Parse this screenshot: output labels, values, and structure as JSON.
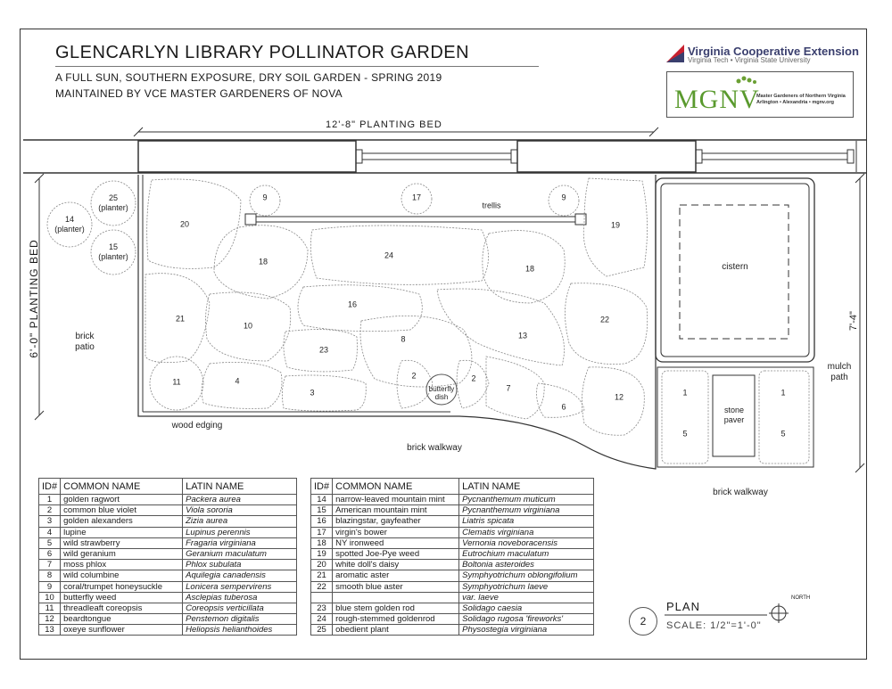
{
  "header": {
    "title": "GLENCARLYN LIBRARY POLLINATOR GARDEN",
    "subtitle1": "A FULL SUN, SOUTHERN EXPOSURE, DRY SOIL GARDEN - SPRING 2019",
    "subtitle2": "MAINTAINED BY VCE MASTER GARDENERS OF NOVA"
  },
  "logos": {
    "vce_name": "Virginia Cooperative Extension",
    "vce_sub": "Virginia Tech  •  Virginia State University",
    "mgnv": "MGNV",
    "mgnv_line1": "Master Gardeners of Northern Virginia",
    "mgnv_line2": "Arlington • Alexandria • mgnv.org"
  },
  "dimensions": {
    "bed_width": "12'-8\" PLANTING BED",
    "bed_depth": "6'-0\" PLANTING BED",
    "side": "7'-4\""
  },
  "plan_labels": {
    "trellis": "trellis",
    "cistern": "cistern",
    "patio": "brick\npatio",
    "mulch": "mulch\npath",
    "edging": "wood edging",
    "walkway1": "brick walkway",
    "walkway2": "brick walkway",
    "paver": "stone\npaver",
    "dish": "butterfly\ndish"
  },
  "beds": [
    {
      "id": "25",
      "sub": "(planter)"
    },
    {
      "id": "14",
      "sub": "(planter)"
    },
    {
      "id": "15",
      "sub": "(planter)"
    },
    {
      "id": "9"
    },
    {
      "id": "17"
    },
    {
      "id": "9"
    },
    {
      "id": "20"
    },
    {
      "id": "19"
    },
    {
      "id": "18"
    },
    {
      "id": "24"
    },
    {
      "id": "18"
    },
    {
      "id": "16"
    },
    {
      "id": "21"
    },
    {
      "id": "10"
    },
    {
      "id": "22"
    },
    {
      "id": "8"
    },
    {
      "id": "13"
    },
    {
      "id": "23"
    },
    {
      "id": "11"
    },
    {
      "id": "4"
    },
    {
      "id": "3"
    },
    {
      "id": "2"
    },
    {
      "id": "2"
    },
    {
      "id": "7"
    },
    {
      "id": "6"
    },
    {
      "id": "12"
    },
    {
      "id": "1"
    },
    {
      "id": "1"
    },
    {
      "id": "5"
    },
    {
      "id": "5"
    }
  ],
  "table": {
    "headers": [
      "ID#",
      "COMMON NAME",
      "LATIN NAME"
    ],
    "left": [
      [
        "1",
        "golden ragwort",
        "Packera aurea"
      ],
      [
        "2",
        "common blue violet",
        "Viola sororia"
      ],
      [
        "3",
        "golden alexanders",
        "Zizia aurea"
      ],
      [
        "4",
        "lupine",
        "Lupinus perennis"
      ],
      [
        "5",
        "wild strawberry",
        "Fragaria virginiana"
      ],
      [
        "6",
        "wild geranium",
        "Geranium maculatum"
      ],
      [
        "7",
        "moss phlox",
        "Phlox subulata"
      ],
      [
        "8",
        "wild columbine",
        "Aquilegia canadensis"
      ],
      [
        "9",
        "coral/trumpet honeysuckle",
        "Lonicera sempervirens"
      ],
      [
        "10",
        "butterfly weed",
        "Asclepias tuberosa"
      ],
      [
        "11",
        "threadleaft coreopsis",
        "Coreopsis verticillata"
      ],
      [
        "12",
        "beardtongue",
        "Penstemon digitalis"
      ],
      [
        "13",
        "oxeye sunflower",
        "Heliopsis helianthoides"
      ]
    ],
    "right": [
      [
        "14",
        "narrow-leaved mountain mint",
        "Pycnanthemum muticum"
      ],
      [
        "15",
        "American mountain mint",
        "Pycnanthemum virginiana"
      ],
      [
        "16",
        "blazingstar, gayfeather",
        "Liatris spicata"
      ],
      [
        "17",
        "virgin's bower",
        "Clematis virginiana"
      ],
      [
        "18",
        "NY ironweed",
        "Vernonia noveboracensis"
      ],
      [
        "19",
        "spotted Joe-Pye weed",
        "Eutrochium maculatum"
      ],
      [
        "20",
        "white doll's daisy",
        "Boltonia asteroides"
      ],
      [
        "21",
        "aromatic aster",
        "Symphyotrichum oblongifolium"
      ],
      [
        "22",
        "smooth blue aster",
        "Symphyotrichum laeve"
      ],
      [
        "",
        "",
        "var. laeve"
      ],
      [
        "23",
        "blue stem golden rod",
        "Solidago caesia"
      ],
      [
        "24",
        "rough-stemmed goldenrod",
        "Solidago rugosa 'fireworks'"
      ],
      [
        "25",
        "obedient plant",
        "Physostegia virginiana"
      ]
    ]
  },
  "plan_block": {
    "number": "2",
    "title": "PLAN",
    "scale": "SCALE: 1/2\"=1'-0\"",
    "north": "NORTH"
  }
}
